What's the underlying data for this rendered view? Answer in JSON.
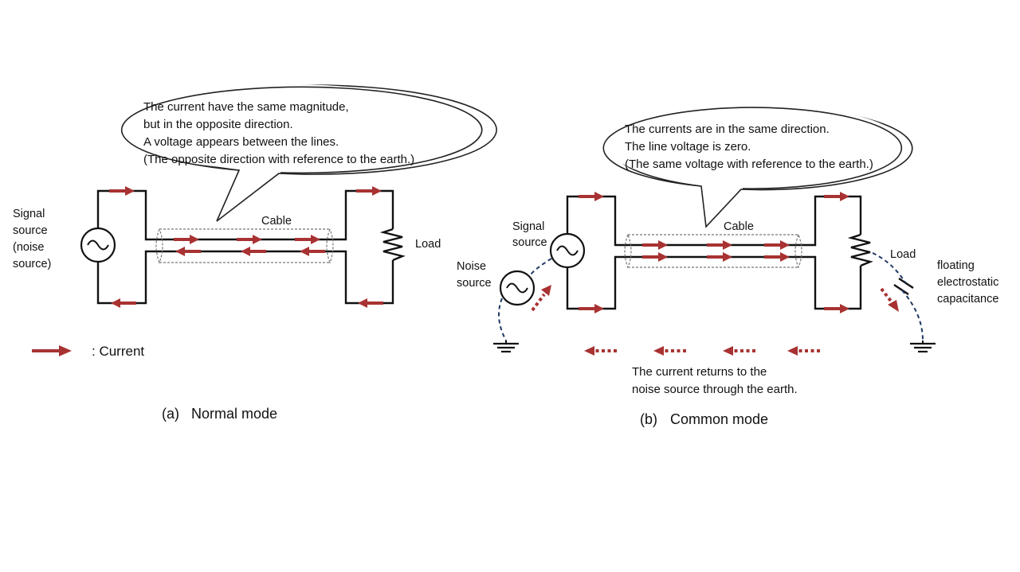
{
  "normal": {
    "bubble_lines": [
      "The current have the same magnitude,",
      "but in the opposite direction.",
      "A voltage appears between the lines.",
      "(The opposite direction with reference to the earth.)"
    ],
    "signal_source_lines": [
      "Signal",
      "source",
      "(noise",
      "source)"
    ],
    "cable_label": "Cable",
    "load_label": "Load",
    "legend_label": ": Current",
    "caption_letter": "(a)",
    "caption": "Normal mode"
  },
  "common": {
    "bubble_lines": [
      "The currents are in the same direction.",
      "The line voltage is zero.",
      "(The same voltage with reference to the earth.)"
    ],
    "signal_source_lines": [
      "Signal",
      "source"
    ],
    "noise_source_lines": [
      "Noise",
      "source"
    ],
    "cable_label": "Cable",
    "load_label": "Load",
    "capacitance_lines": [
      "floating",
      "electrostatic",
      "capacitance"
    ],
    "return_note_lines": [
      "The current returns to the",
      "noise source through the earth."
    ],
    "caption_letter": "(b)",
    "caption": "Common mode"
  },
  "colors": {
    "current_arrow": "#a83232",
    "wire": "#111111",
    "earth_path": "#1f3864"
  }
}
